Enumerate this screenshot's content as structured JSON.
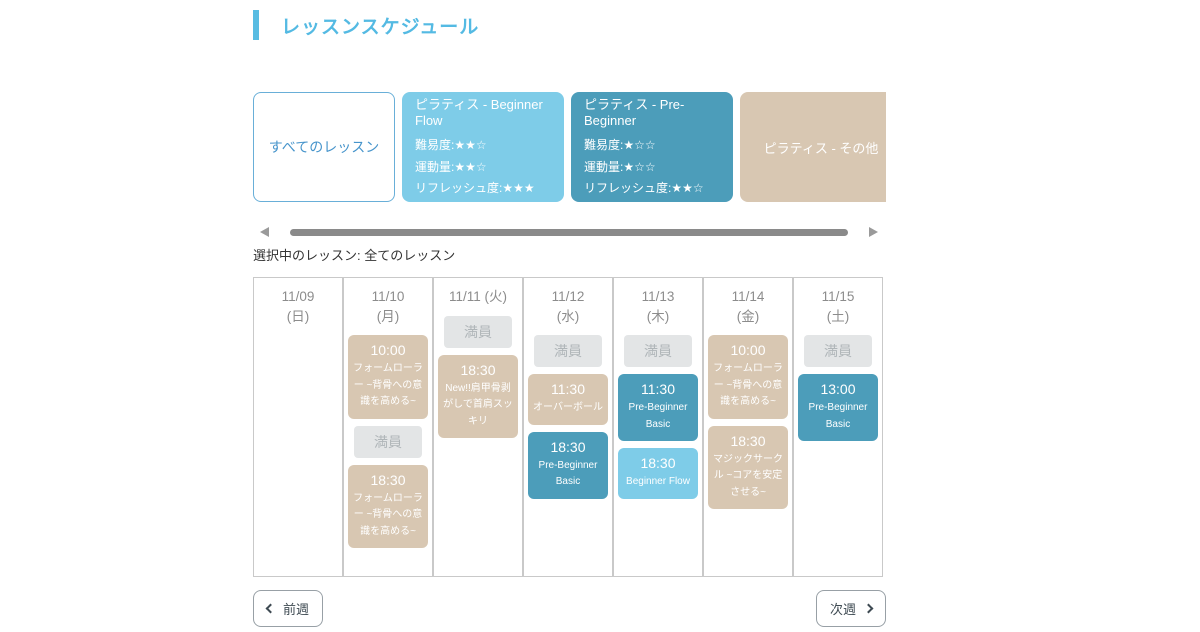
{
  "page": {
    "title": "レッスンスケジュール"
  },
  "filters": {
    "all_label": "すべてのレッスン",
    "cards": [
      {
        "title": "ピラティス - Beginner Flow",
        "lines": [
          "難易度:★★☆",
          "運動量:★★☆",
          "リフレッシュ度:★★★"
        ]
      },
      {
        "title": "ピラティス - Pre-Beginner",
        "lines": [
          "難易度:★☆☆",
          "運動量:★☆☆",
          "リフレッシュ度:★★☆"
        ]
      },
      {
        "title": "ピラティス - その他",
        "lines": []
      }
    ]
  },
  "selected": {
    "label": "選択中のレッスン: 全てのレッスン"
  },
  "calendar": {
    "days": [
      {
        "date": "11/09",
        "dow": "(日)",
        "events": []
      },
      {
        "date": "11/10",
        "dow": "(月)",
        "events": [
          {
            "kind": "lesson",
            "color": "beige",
            "time": "10:00",
            "title": "フォームローラー ~背骨への意識を高める~"
          },
          {
            "kind": "full",
            "label": "満員"
          },
          {
            "kind": "lesson",
            "color": "beige",
            "time": "18:30",
            "title": "フォームローラー ~背骨への意識を高める~"
          }
        ]
      },
      {
        "date": "11/11",
        "dow": "(火)",
        "events": [
          {
            "kind": "full",
            "label": "満員"
          },
          {
            "kind": "lesson",
            "color": "beige",
            "time": "18:30",
            "title": "New!!肩甲骨剥がしで首肩スッキリ"
          }
        ]
      },
      {
        "date": "11/12",
        "dow": "(水)",
        "events": [
          {
            "kind": "full",
            "label": "満員"
          },
          {
            "kind": "lesson",
            "color": "beige",
            "time": "11:30",
            "title": "オーバーボール"
          },
          {
            "kind": "lesson",
            "color": "teal",
            "time": "18:30",
            "title": "Pre-Beginner Basic"
          }
        ]
      },
      {
        "date": "11/13",
        "dow": "(木)",
        "events": [
          {
            "kind": "full",
            "label": "満員"
          },
          {
            "kind": "lesson",
            "color": "teal",
            "time": "11:30",
            "title": "Pre-Beginner Basic"
          },
          {
            "kind": "lesson",
            "color": "lightblue",
            "time": "18:30",
            "title": "Beginner Flow"
          }
        ]
      },
      {
        "date": "11/14",
        "dow": "(金)",
        "events": [
          {
            "kind": "lesson",
            "color": "beige",
            "time": "10:00",
            "title": "フォームローラー ~背骨への意識を高める~"
          },
          {
            "kind": "lesson",
            "color": "beige",
            "time": "18:30",
            "title": "マジックサークル ~コアを安定させる~"
          }
        ]
      },
      {
        "date": "11/15",
        "dow": "(土)",
        "events": [
          {
            "kind": "full",
            "label": "満員"
          },
          {
            "kind": "lesson",
            "color": "teal",
            "time": "13:00",
            "title": "Pre-Beginner Basic"
          }
        ]
      }
    ]
  },
  "nav": {
    "prev_label": "前週",
    "next_label": "次週"
  },
  "colors": {
    "accent_blue": "#58BCE2",
    "beginner_flow_blue": "#7ECCE8",
    "pre_beginner_teal": "#4C9DBA",
    "other_beige": "#D8C7B2",
    "full_badge_bg": "#E3E5E6",
    "full_badge_text": "#AFB5B8"
  }
}
